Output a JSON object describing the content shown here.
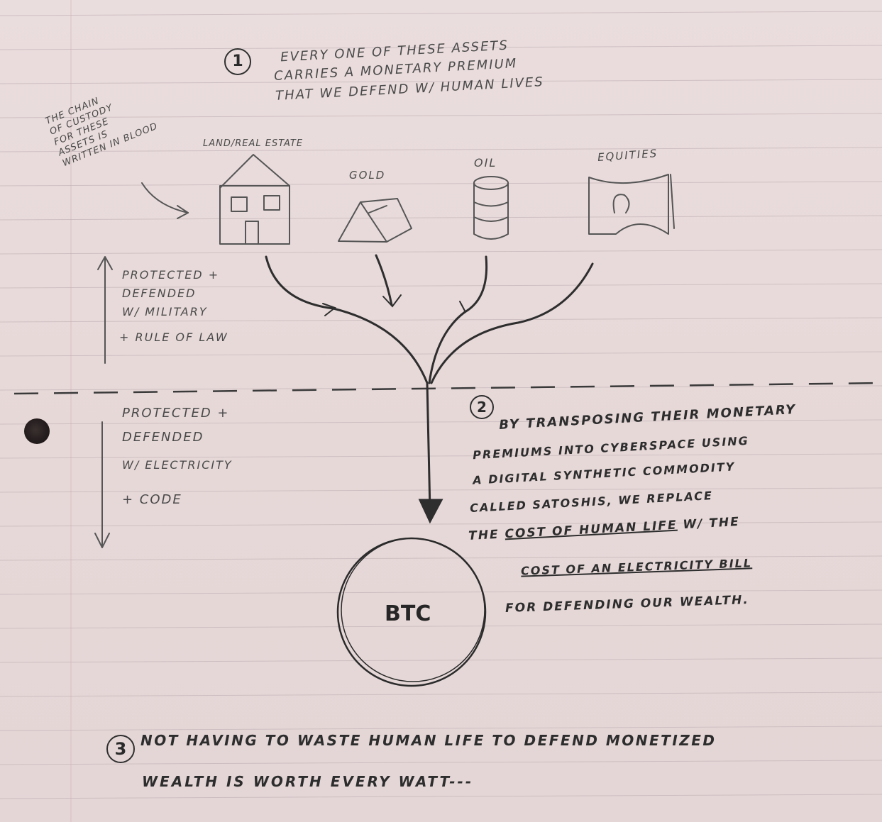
{
  "note": {
    "section1": {
      "number": "1",
      "lines": [
        "EVERY ONE OF THESE ASSETS",
        "CARRIES A MONETARY PREMIUM",
        "THAT WE DEFEND W/ HUMAN LIVES"
      ]
    },
    "custody_note": [
      "THE CHAIN",
      "OF CUSTODY",
      "FOR THESE",
      "ASSETS IS",
      "WRITTEN IN BLOOD"
    ],
    "assets": {
      "land": "LAND/REAL ESTATE",
      "gold": "GOLD",
      "oil": "OIL",
      "equities": "EQUITIES"
    },
    "military": [
      "PROTECTED +",
      "DEFENDED",
      "W/ MILITARY",
      "+ RULE OF LAW"
    ],
    "electricity": [
      "PROTECTED +",
      "DEFENDED",
      "W/ ELECTRICITY",
      "+ CODE"
    ],
    "section2": {
      "number": "2",
      "lines": [
        "BY TRANSPOSING THEIR MONETARY",
        "PREMIUMS INTO CYBERSPACE USING",
        "A DIGITAL SYNTHETIC COMMODITY",
        "CALLED SATOSHIS, WE REPLACE"
      ],
      "line5_pre": "THE",
      "line5_ul": "COST OF HUMAN LIFE",
      "line5_post": "W/ THE",
      "line6_ul": "COST OF AN ELECTRICITY BILL",
      "line7": "FOR DEFENDING OUR WEALTH."
    },
    "btc_label": "BTC",
    "section3": {
      "number": "3",
      "line1": "NOT HAVING TO WASTE HUMAN LIFE TO DEFEND MONETIZED",
      "line2": "WEALTH IS WORTH EVERY WATT---"
    }
  }
}
